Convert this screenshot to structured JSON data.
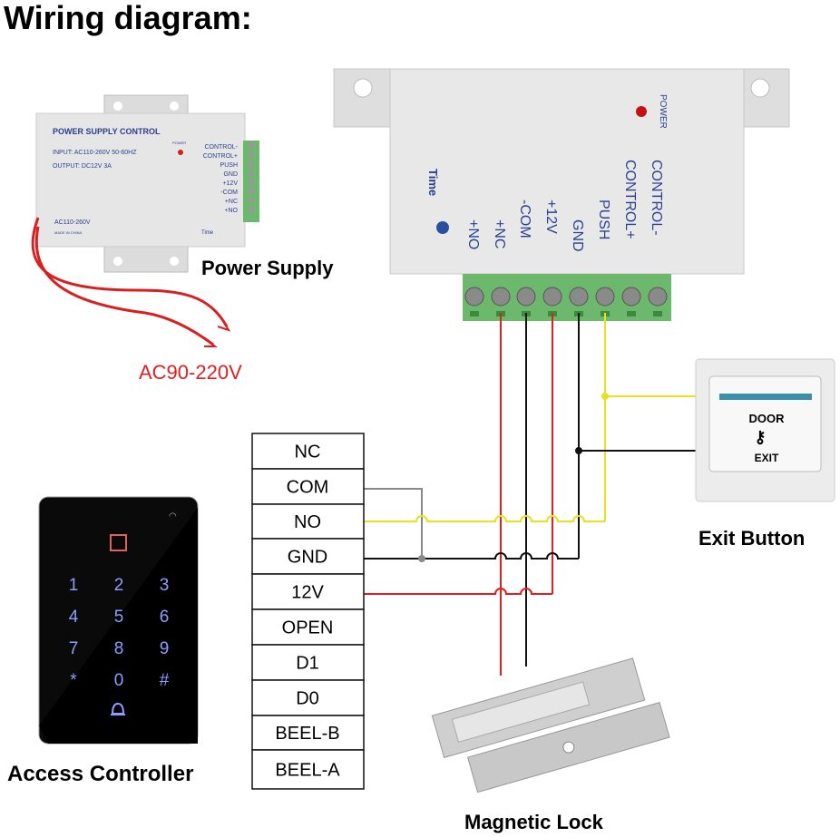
{
  "title": "Wiring diagram:",
  "small_power_supply": {
    "heading": "POWER SUPPLY CONTROL",
    "input": "INPUT: AC110-260V 50-60HZ",
    "output": "OUTPUT: DC12V  3A",
    "power": "POWER",
    "ac": "AC110-260V",
    "made": "MADE IN CHINA",
    "time": "Time",
    "terminals": [
      "CONTROL-",
      "CONTROL+",
      "PUSH",
      "GND",
      "+12V",
      "-COM",
      "+NC",
      "+NO"
    ]
  },
  "power_supply_label": "Power Supply",
  "ac_label": "AC90-220V",
  "big_power_supply": {
    "power": "POWER",
    "time": "Time",
    "terminals": [
      "+NO",
      "+NC",
      "-COM",
      "+12V",
      "GND",
      "PUSH",
      "CONTROL+",
      "CONTROL-"
    ]
  },
  "controller_terminals": [
    "NC",
    "COM",
    "NO",
    "GND",
    "12V",
    "OPEN",
    "D1",
    "D0",
    "BEEL-B",
    "BEEL-A"
  ],
  "keypad": {
    "keys": [
      "1",
      "2",
      "3",
      "4",
      "5",
      "6",
      "7",
      "8",
      "9",
      "*",
      "0",
      "#"
    ],
    "key_color": "#8f9cff",
    "card_color": "#e06060"
  },
  "access_controller_label": "Access Controller",
  "exit_button": {
    "line1": "DOOR",
    "line2": "EXIT"
  },
  "exit_button_label": "Exit Button",
  "magnetic_lock_label": "Magnetic Lock",
  "wire_colors": {
    "red": "#e02020",
    "black": "#111111",
    "yellow": "#e8e020",
    "grey": "#888888"
  }
}
